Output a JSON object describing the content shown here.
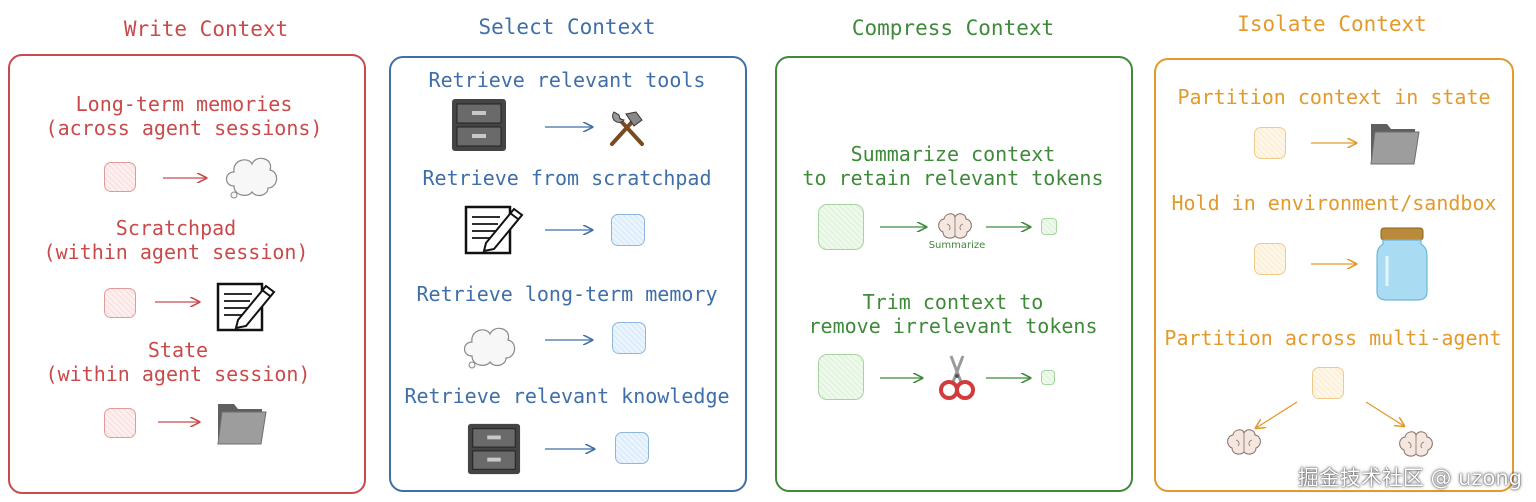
{
  "colors": {
    "write": "#c94a4a",
    "select": "#3f6fa8",
    "compress": "#3f8a3a",
    "isolate": "#e29a2c"
  },
  "write": {
    "title": "Write Context",
    "long_term": [
      "Long-term memories",
      "(across agent sessions)"
    ],
    "scratchpad": [
      "Scratchpad",
      "(within agent session)"
    ],
    "state": [
      "State",
      "(within agent session)"
    ]
  },
  "select": {
    "title": "Select Context",
    "tools": "Retrieve relevant tools",
    "scratchpad": "Retrieve from scratchpad",
    "memory": "Retrieve long-term memory",
    "knowledge": "Retrieve relevant knowledge"
  },
  "compress": {
    "title": "Compress Context",
    "summarize": [
      "Summarize context",
      "to retain relevant tokens"
    ],
    "summarize_caption": "Summarize",
    "trim": [
      "Trim context to",
      "remove irrelevant tokens"
    ]
  },
  "isolate": {
    "title": "Isolate Context",
    "state": "Partition context in state",
    "sandbox": "Hold in environment/sandbox",
    "multi_agent": "Partition across multi-agent"
  },
  "icons": [
    "cloud-icon",
    "notepad-pencil-icon",
    "folder-icon",
    "file-cabinet-icon",
    "tools-icon",
    "brain-icon",
    "scissors-icon",
    "jar-icon"
  ],
  "watermark": "掘金技术社区 @ uzong"
}
